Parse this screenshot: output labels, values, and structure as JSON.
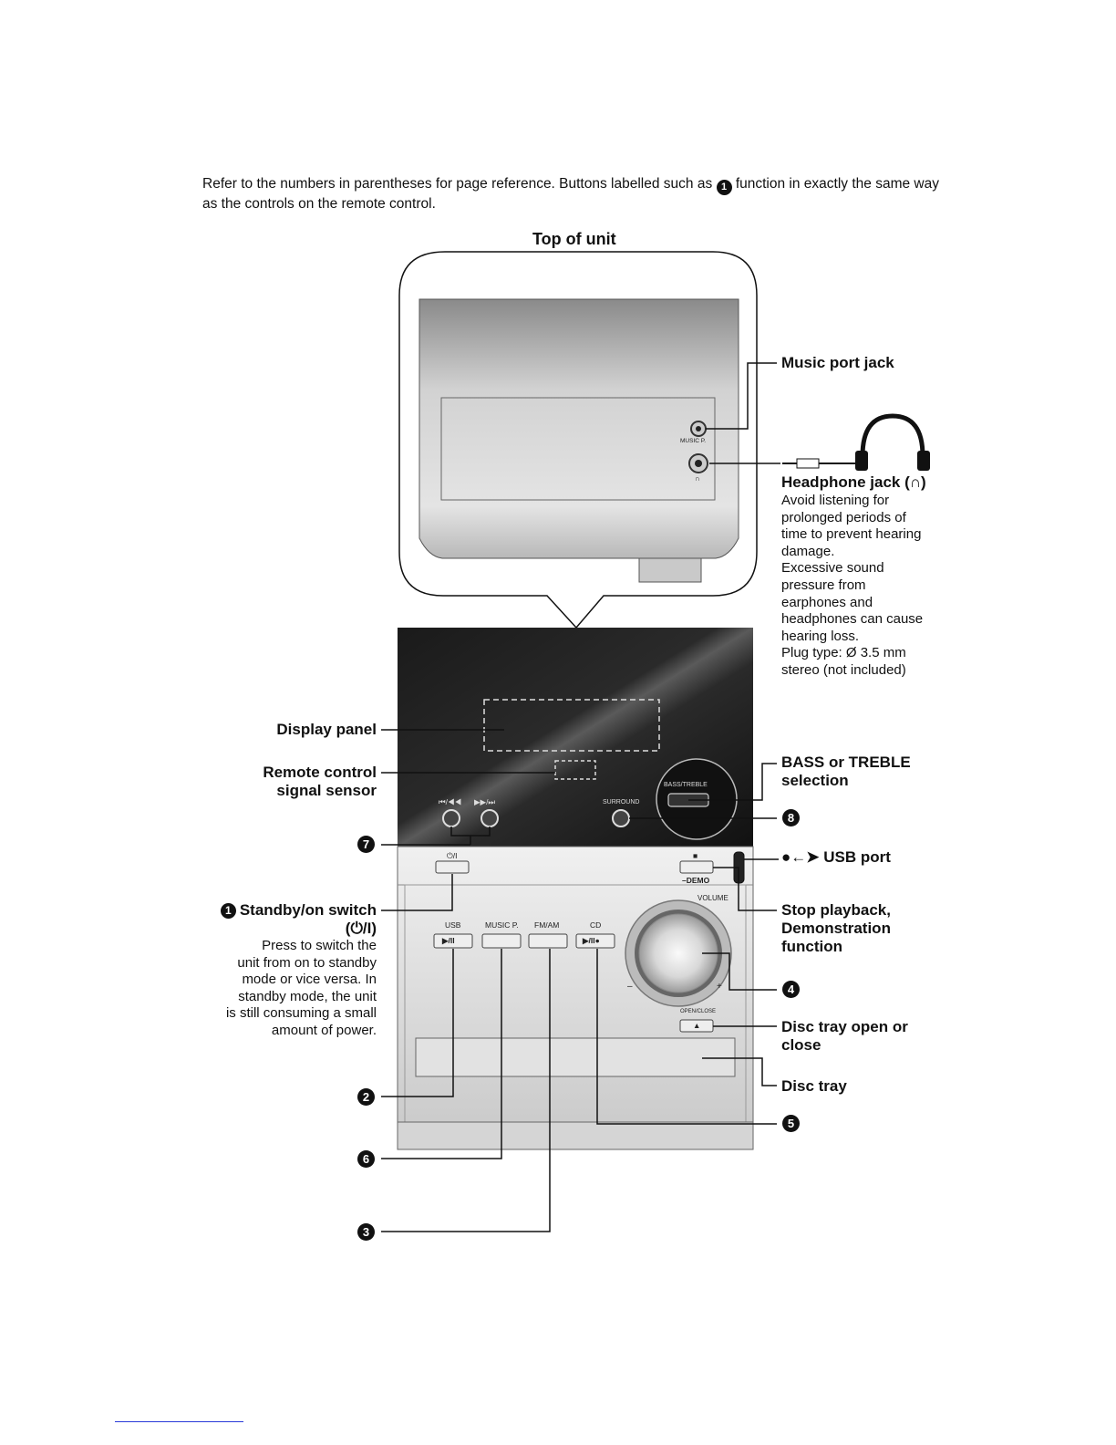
{
  "intro": {
    "text_before": "Refer to the numbers in parentheses for page reference. Buttons labelled such as",
    "badge": "1",
    "text_after": "function in exactly the same way as the controls on the remote control."
  },
  "top_of_unit_title": "Top of unit",
  "labels": {
    "music_port_jack": "Music port jack",
    "headphone_jack": "Headphone jack (∩)",
    "headphone_note": [
      "Avoid listening for",
      "prolonged periods of",
      "time to prevent hearing",
      "damage.",
      "Excessive sound",
      "pressure from",
      "earphones and",
      "headphones can cause",
      "hearing loss.",
      "Plug type: Ø 3.5 mm",
      "stereo (not included)"
    ],
    "display_panel": "Display panel",
    "remote_sensor": [
      "Remote control",
      "signal sensor"
    ],
    "bass_treble": [
      "BASS or TREBLE",
      "selection"
    ],
    "usb_port": "USB port",
    "standby_title": "Standby/on switch",
    "standby_symbol": "(⏻/I)",
    "standby_badge": "1",
    "standby_note": [
      "Press to switch the",
      "unit from on to standby",
      "mode or vice versa. In",
      "standby mode, the unit",
      "is still consuming a small",
      "amount of power."
    ],
    "stop_playback": [
      "Stop playback,",
      "Demonstration",
      "function"
    ],
    "disc_tray_open": [
      "Disc tray open or",
      "close"
    ],
    "disc_tray": "Disc tray"
  },
  "callouts": {
    "b7": "7",
    "b8": "8",
    "b4": "4",
    "b2": "2",
    "b6": "6",
    "b5": "5",
    "b3": "3"
  },
  "panel_text": {
    "music_p_top": "MUSIC P.",
    "headphone_top": "∩",
    "skip_back": "⏮/◀◀",
    "skip_fwd": "▶▶/⏭",
    "surround": "SURROUND",
    "bass_treble": "BASS/TREBLE",
    "power": "⏻/I",
    "stop": "■",
    "demo": "–DEMO",
    "volume": "VOLUME",
    "usb": "USB",
    "music_p": "MUSIC P.",
    "fm_am": "FM/AM",
    "cd": "CD",
    "usb_play": "▶/II",
    "cd_play": "▶/II●",
    "open_close": "OPEN/CLOSE",
    "eject": "▲",
    "vol_minus": "–",
    "vol_plus": "+"
  }
}
